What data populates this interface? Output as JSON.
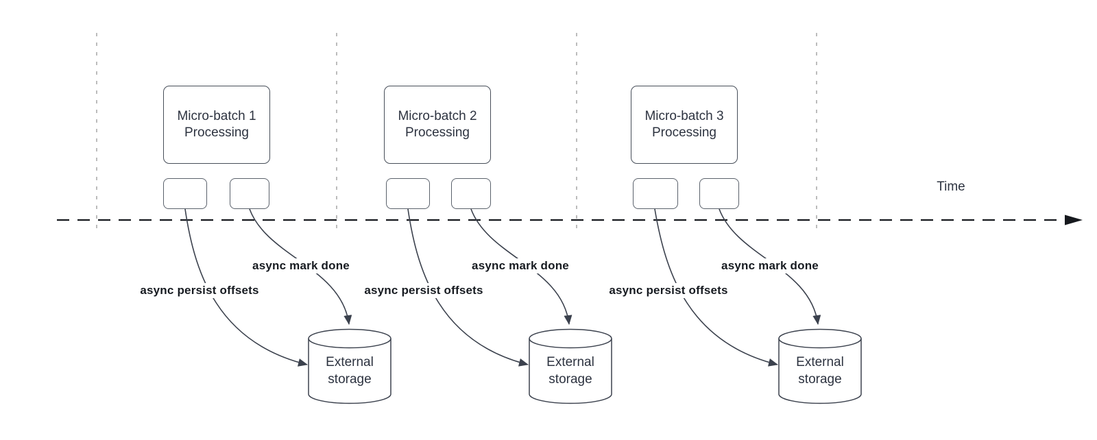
{
  "diagram": {
    "time_label": "Time",
    "batches": [
      {
        "title_line1": "Micro-batch 1",
        "title_line2": "Processing",
        "persist_label": "async persist offsets",
        "mark_done_label": "async mark done",
        "storage_line1": "External",
        "storage_line2": "storage"
      },
      {
        "title_line1": "Micro-batch 2",
        "title_line2": "Processing",
        "persist_label": "async persist offsets",
        "mark_done_label": "async mark done",
        "storage_line1": "External",
        "storage_line2": "storage"
      },
      {
        "title_line1": "Micro-batch 3",
        "title_line2": "Processing",
        "persist_label": "async persist offsets",
        "mark_done_label": "async mark done",
        "storage_line1": "External",
        "storage_line2": "storage"
      }
    ]
  },
  "colors": {
    "line": "#3b414d",
    "timeline": "#16191e",
    "separator": "#ababab",
    "box-border": "#464d58",
    "task-border": "#5a616b",
    "text": "#2d3340",
    "label-text": "#171b21"
  }
}
